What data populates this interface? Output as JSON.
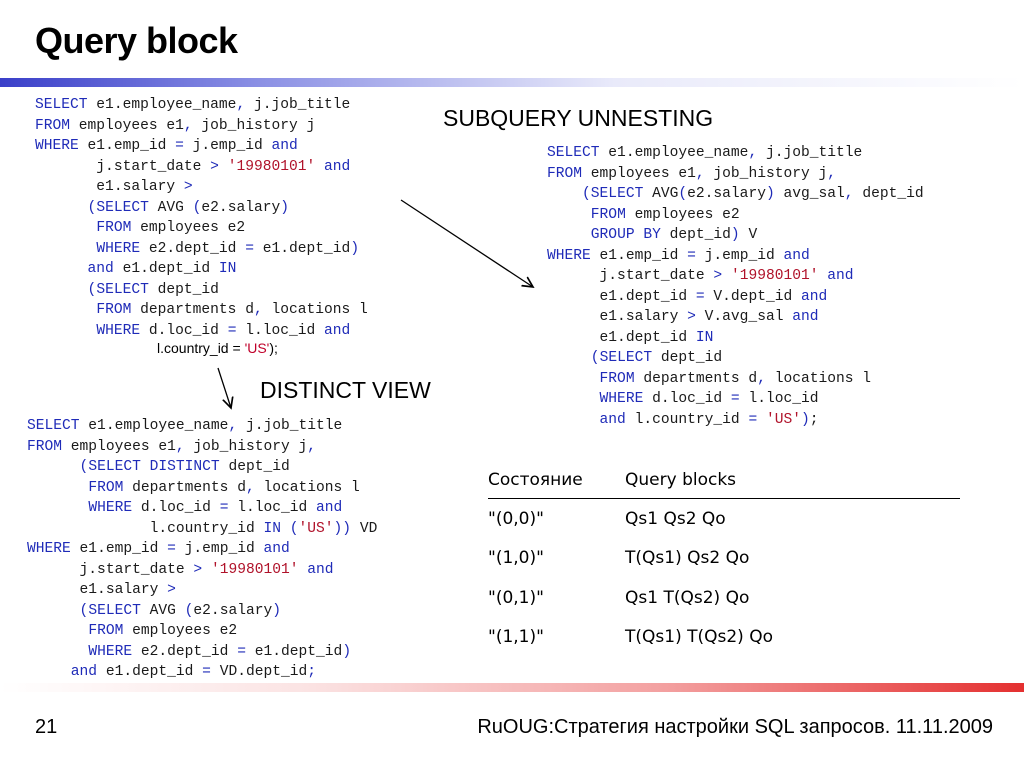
{
  "slide": {
    "title": "Query block",
    "subquery_unnesting_label": "SUBQUERY UNNESTING",
    "distinct_view_label": "DISTINCT VIEW",
    "page_number": "21",
    "footer_text": "RuOUG:Стратегия настройки SQL запросов. 11.11.2009"
  },
  "code_blocks": [
    {
      "id": "original-query",
      "lines": [
        [
          [
            "k",
            "SELECT"
          ],
          [
            "t",
            " e1.employee_name"
          ],
          [
            "o",
            ","
          ],
          [
            "t",
            " j.job_title"
          ]
        ],
        [
          [
            "k",
            "FROM"
          ],
          [
            "t",
            " employees e1"
          ],
          [
            "o",
            ","
          ],
          [
            "t",
            " job_history j"
          ]
        ],
        [
          [
            "k",
            "WHERE"
          ],
          [
            "t",
            " e1.emp_id "
          ],
          [
            "o",
            "="
          ],
          [
            "t",
            " j.emp_id "
          ],
          [
            "k",
            "and"
          ]
        ],
        [
          [
            "t",
            "       j.start_date "
          ],
          [
            "o",
            ">"
          ],
          [
            "t",
            " "
          ],
          [
            "s",
            "'19980101'"
          ],
          [
            "t",
            " "
          ],
          [
            "k",
            "and"
          ]
        ],
        [
          [
            "t",
            "       e1.salary "
          ],
          [
            "o",
            ">"
          ]
        ],
        [
          [
            "t",
            "      "
          ],
          [
            "o",
            "("
          ],
          [
            "k",
            "SELECT"
          ],
          [
            "t",
            " AVG "
          ],
          [
            "o",
            "("
          ],
          [
            "t",
            "e2.salary"
          ],
          [
            "o",
            ")"
          ]
        ],
        [
          [
            "t",
            "       "
          ],
          [
            "k",
            "FROM"
          ],
          [
            "t",
            " employees e2"
          ]
        ],
        [
          [
            "t",
            "       "
          ],
          [
            "k",
            "WHERE"
          ],
          [
            "t",
            " e2.dept_id "
          ],
          [
            "o",
            "="
          ],
          [
            "t",
            " e1.dept_id"
          ],
          [
            "o",
            ")"
          ]
        ],
        [
          [
            "t",
            "      "
          ],
          [
            "k",
            "and"
          ],
          [
            "t",
            " e1.dept_id "
          ],
          [
            "k",
            "IN"
          ]
        ],
        [
          [
            "t",
            "      "
          ],
          [
            "o",
            "("
          ],
          [
            "k",
            "SELECT"
          ],
          [
            "t",
            " dept_id"
          ]
        ],
        [
          [
            "t",
            "       "
          ],
          [
            "k",
            "FROM"
          ],
          [
            "t",
            " departments d"
          ],
          [
            "o",
            ","
          ],
          [
            "t",
            " locations l"
          ]
        ],
        [
          [
            "t",
            "       "
          ],
          [
            "k",
            "WHERE"
          ],
          [
            "t",
            " d.loc_id "
          ],
          [
            "o",
            "="
          ],
          [
            "t",
            " l.loc_id "
          ],
          [
            "k",
            "and"
          ]
        ]
      ]
    },
    {
      "id": "unnested-query",
      "lines": [
        [
          [
            "k",
            "SELECT"
          ],
          [
            "t",
            " e1.employee_name"
          ],
          [
            "o",
            ","
          ],
          [
            "t",
            " j.job_title"
          ]
        ],
        [
          [
            "k",
            "FROM"
          ],
          [
            "t",
            " employees e1"
          ],
          [
            "o",
            ","
          ],
          [
            "t",
            " job_history j"
          ],
          [
            "o",
            ","
          ]
        ],
        [
          [
            "t",
            "    "
          ],
          [
            "o",
            "("
          ],
          [
            "k",
            "SELECT"
          ],
          [
            "t",
            " AVG"
          ],
          [
            "o",
            "("
          ],
          [
            "t",
            "e2.salary"
          ],
          [
            "o",
            ")"
          ],
          [
            "t",
            " avg_sal"
          ],
          [
            "o",
            ","
          ],
          [
            "t",
            " dept_id"
          ]
        ],
        [
          [
            "t",
            "     "
          ],
          [
            "k",
            "FROM"
          ],
          [
            "t",
            " employees e2"
          ]
        ],
        [
          [
            "t",
            "     "
          ],
          [
            "k",
            "GROUP BY"
          ],
          [
            "t",
            " dept_id"
          ],
          [
            "o",
            ")"
          ],
          [
            "t",
            " V"
          ]
        ],
        [
          [
            "k",
            "WHERE"
          ],
          [
            "t",
            " e1.emp_id "
          ],
          [
            "o",
            "="
          ],
          [
            "t",
            " j.emp_id "
          ],
          [
            "k",
            "and"
          ]
        ],
        [
          [
            "t",
            "      j.start_date "
          ],
          [
            "o",
            ">"
          ],
          [
            "t",
            " "
          ],
          [
            "s",
            "'19980101'"
          ],
          [
            "t",
            " "
          ],
          [
            "k",
            "and"
          ]
        ],
        [
          [
            "t",
            "      e1.dept_id "
          ],
          [
            "o",
            "="
          ],
          [
            "t",
            " V.dept_id "
          ],
          [
            "k",
            "and"
          ]
        ],
        [
          [
            "t",
            "      e1.salary "
          ],
          [
            "o",
            ">"
          ],
          [
            "t",
            " V.avg_sal "
          ],
          [
            "k",
            "and"
          ]
        ],
        [
          [
            "t",
            "      e1.dept_id "
          ],
          [
            "k",
            "IN"
          ]
        ],
        [
          [
            "t",
            "     "
          ],
          [
            "o",
            "("
          ],
          [
            "k",
            "SELECT"
          ],
          [
            "t",
            " dept_id"
          ]
        ],
        [
          [
            "t",
            "      "
          ],
          [
            "k",
            "FROM"
          ],
          [
            "t",
            " departments d"
          ],
          [
            "o",
            ","
          ],
          [
            "t",
            " locations l"
          ]
        ],
        [
          [
            "t",
            "      "
          ],
          [
            "k",
            "WHERE"
          ],
          [
            "t",
            " d.loc_id "
          ],
          [
            "o",
            "="
          ],
          [
            "t",
            " l.loc_id"
          ]
        ],
        [
          [
            "t",
            "      "
          ],
          [
            "k",
            "and"
          ],
          [
            "t",
            " l.country_id "
          ],
          [
            "o",
            "="
          ],
          [
            "t",
            " "
          ],
          [
            "s",
            "'US'"
          ],
          [
            "o",
            ")"
          ],
          [
            "t",
            ";"
          ]
        ]
      ]
    },
    {
      "id": "distinct-view-query",
      "lines": [
        [
          [
            "k",
            "SELECT"
          ],
          [
            "t",
            " e1.employee_name"
          ],
          [
            "o",
            ","
          ],
          [
            "t",
            " j.job_title"
          ]
        ],
        [
          [
            "k",
            "FROM"
          ],
          [
            "t",
            " employees e1"
          ],
          [
            "o",
            ","
          ],
          [
            "t",
            " job_history j"
          ],
          [
            "o",
            ","
          ]
        ],
        [
          [
            "t",
            "      "
          ],
          [
            "o",
            "("
          ],
          [
            "k",
            "SELECT DISTINCT"
          ],
          [
            "t",
            " dept_id"
          ]
        ],
        [
          [
            "t",
            "       "
          ],
          [
            "k",
            "FROM"
          ],
          [
            "t",
            " departments d"
          ],
          [
            "o",
            ","
          ],
          [
            "t",
            " locations l"
          ]
        ],
        [
          [
            "t",
            "       "
          ],
          [
            "k",
            "WHERE"
          ],
          [
            "t",
            " d.loc_id "
          ],
          [
            "o",
            "="
          ],
          [
            "t",
            " l.loc_id "
          ],
          [
            "k",
            "and"
          ]
        ],
        [
          [
            "t",
            "              l.country_id "
          ],
          [
            "k",
            "IN"
          ],
          [
            "t",
            " "
          ],
          [
            "o",
            "("
          ],
          [
            "s",
            "'US'"
          ],
          [
            "o",
            "))"
          ],
          [
            "t",
            " VD"
          ]
        ],
        [
          [
            "k",
            "WHERE"
          ],
          [
            "t",
            " e1.emp_id "
          ],
          [
            "o",
            "="
          ],
          [
            "t",
            " j.emp_id "
          ],
          [
            "k",
            "and"
          ]
        ],
        [
          [
            "t",
            "      j.start_date "
          ],
          [
            "o",
            ">"
          ],
          [
            "t",
            " "
          ],
          [
            "s",
            "'19980101'"
          ],
          [
            "t",
            " "
          ],
          [
            "k",
            "and"
          ]
        ],
        [
          [
            "t",
            "      e1.salary "
          ],
          [
            "o",
            ">"
          ]
        ],
        [
          [
            "t",
            "      "
          ],
          [
            "o",
            "("
          ],
          [
            "k",
            "SELECT"
          ],
          [
            "t",
            " AVG "
          ],
          [
            "o",
            "("
          ],
          [
            "t",
            "e2.salary"
          ],
          [
            "o",
            ")"
          ]
        ],
        [
          [
            "t",
            "       "
          ],
          [
            "k",
            "FROM"
          ],
          [
            "t",
            " employees e2"
          ]
        ],
        [
          [
            "t",
            "       "
          ],
          [
            "k",
            "WHERE"
          ],
          [
            "t",
            " e2.dept_id "
          ],
          [
            "o",
            "="
          ],
          [
            "t",
            " e1.dept_id"
          ],
          [
            "o",
            ")"
          ]
        ],
        [
          [
            "t",
            "     "
          ],
          [
            "k",
            "and"
          ],
          [
            "t",
            " e1.dept_id "
          ],
          [
            "o",
            "="
          ],
          [
            "t",
            " VD.dept_id"
          ],
          [
            "o",
            ";"
          ]
        ]
      ]
    }
  ],
  "overlay_line": {
    "before": "l.country_id = ",
    "value": "'US'",
    "after": ");"
  },
  "state_table": {
    "headers": [
      "Состояние",
      "Query blocks"
    ],
    "rows": [
      [
        "\"(0,0)\"",
        "Qs1 Qs2 Qo"
      ],
      [
        "\"(1,0)\"",
        "T(Qs1) Qs2 Qo"
      ],
      [
        "\"(0,1)\"",
        "Qs1 T(Qs2) Qo"
      ],
      [
        "\"(1,1)\"",
        "T(Qs1) T(Qs2) Qo"
      ]
    ]
  }
}
